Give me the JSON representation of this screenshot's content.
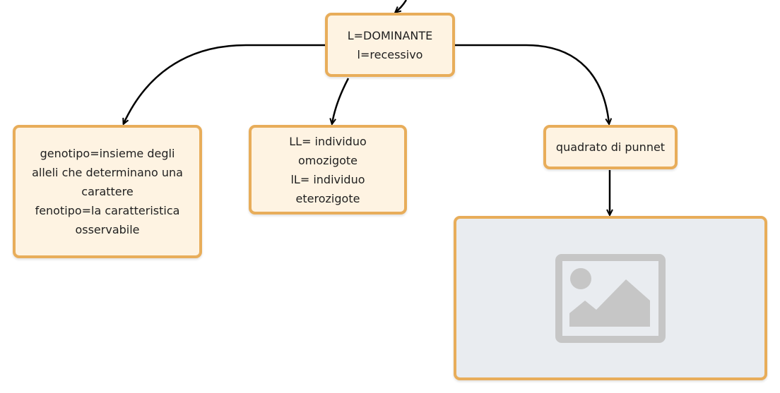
{
  "nodes": {
    "root": {
      "text": "L=DOMINANTE\nl=recessivo"
    },
    "genotipo": {
      "text": "genotipo=insieme degli\nalleli che determinano una\ncarattere\nfenotipo=la caratteristica\nosservabile"
    },
    "ll": {
      "text": "LL= individuo\nomozigote\nlL= individuo\neterozigote"
    },
    "punnet": {
      "text": "quadrato di punnet"
    },
    "image": {
      "icon": "image-placeholder-icon"
    }
  },
  "edges": [
    {
      "from": "above",
      "to": "root"
    },
    {
      "from": "root",
      "to": "genotipo"
    },
    {
      "from": "root",
      "to": "ll"
    },
    {
      "from": "root",
      "to": "punnet"
    },
    {
      "from": "punnet",
      "to": "image"
    }
  ],
  "colors": {
    "node_fill": "#fef3e2",
    "node_border": "#e8ad5a",
    "edge": "#000000",
    "image_bg": "#e9ecf0",
    "image_icon": "#c6c6c6"
  }
}
